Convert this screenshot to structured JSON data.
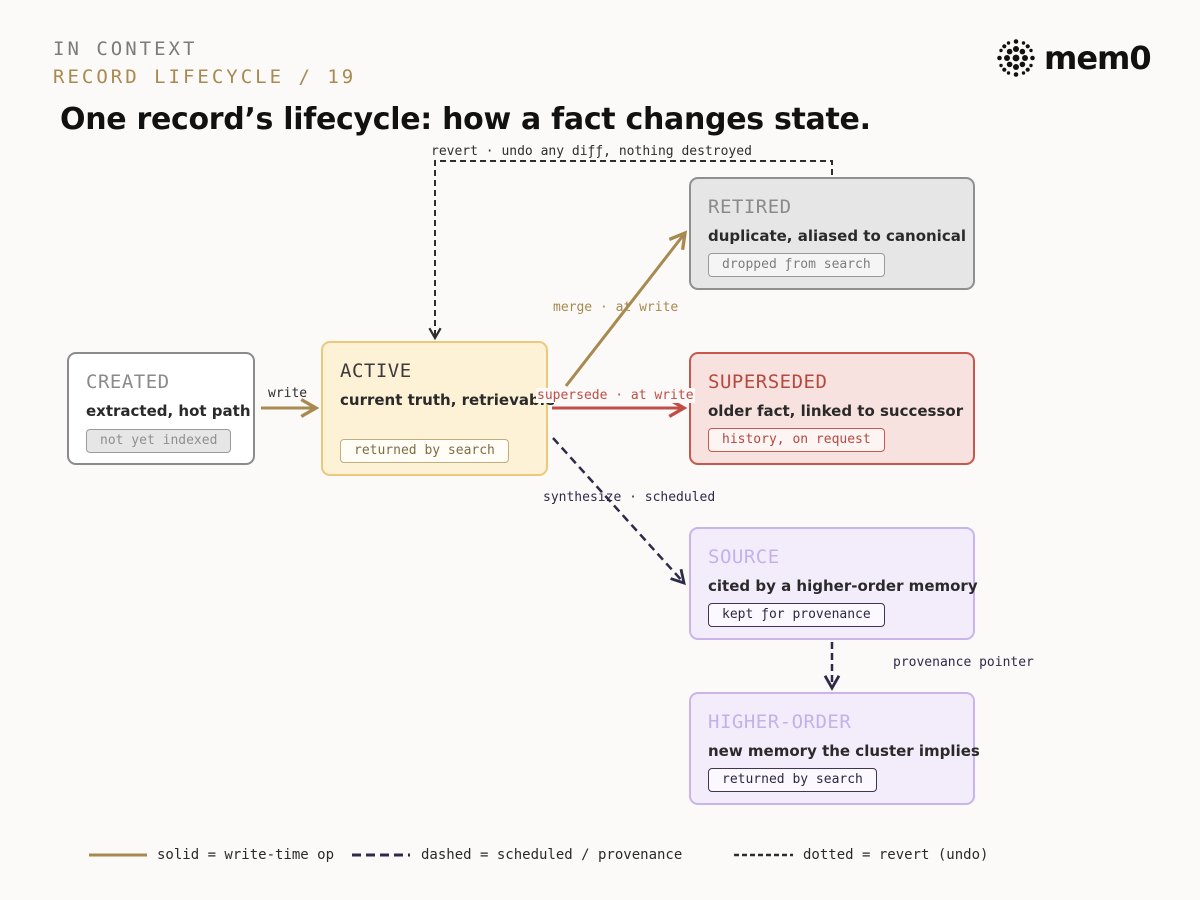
{
  "header": {
    "eyebrow_line1": "IN CONTEXT",
    "eyebrow_line2": "RECORD LIFECYCLE / 19",
    "title": "One record’s lifecycle: how a fact changes state.",
    "logo_text": "mem0"
  },
  "states": {
    "created": {
      "name": "CREATED",
      "desc": "extracted, hot path",
      "tag": "not yet indexed"
    },
    "active": {
      "name": "ACTIVE",
      "desc": "current truth, retrievable",
      "tag": "returned by search"
    },
    "retired": {
      "name": "RETIRED",
      "desc": "duplicate, aliased to canonical",
      "tag": "dropped ƒrom search"
    },
    "superseded": {
      "name": "SUPERSEDED",
      "desc": "older fact, linked to successor",
      "tag": "history, on request"
    },
    "source": {
      "name": "SOURCE",
      "desc": "cited by a higher-order memory",
      "tag": "kept ƒor provenance"
    },
    "higher_order": {
      "name": "HIGHER-ORDER",
      "desc": "new memory the cluster implies",
      "tag": "returned by search"
    }
  },
  "edges": {
    "revert": "revert · undo any diƒƒ, nothing destroyed",
    "write": "write",
    "merge": "merge · at write",
    "supersede": "supersede · at write",
    "synthesize": "synthesize · scheduled",
    "provenance": "provenance pointer"
  },
  "legend": {
    "solid": "solid = write-time op",
    "dashed": "dashed = scheduled / provenance",
    "dotted": "dotted = revert (undo)"
  },
  "colors": {
    "gold": "#a8894f",
    "red": "#c04e46",
    "navy": "#2f2a4a",
    "dark": "#2e2e2e"
  }
}
